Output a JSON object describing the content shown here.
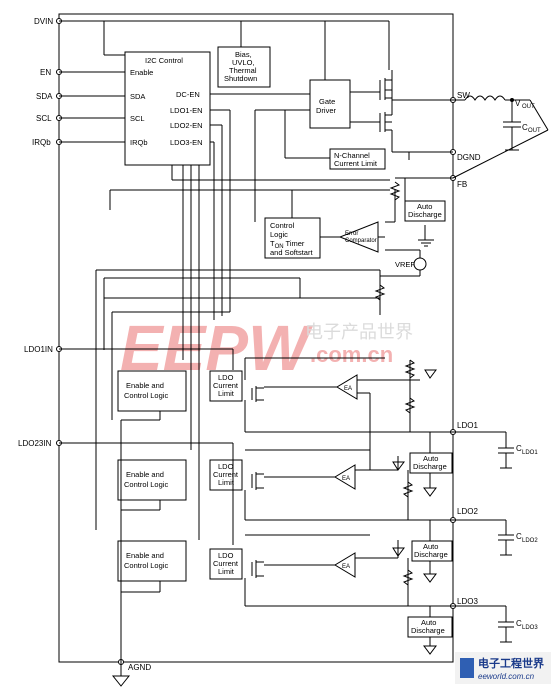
{
  "pins_left": {
    "dvin": "DVIN",
    "en": "EN",
    "sda": "SDA",
    "scl": "SCL",
    "irqb": "IRQb",
    "ldo1in": "LDO1IN",
    "ldo23in": "LDO23IN"
  },
  "pins_right": {
    "sw": "SW",
    "dgnd": "DGND",
    "fb": "FB",
    "ldo1": "LDO1",
    "ldo2": "LDO2",
    "ldo3": "LDO3"
  },
  "pin_bottom": {
    "agnd": "AGND"
  },
  "i2c": {
    "title": "I2C Control",
    "enable": "Enable",
    "sda": "SDA",
    "scl": "SCL",
    "irqb": "IRQb",
    "dc_en": "DC-EN",
    "ldo1_en": "LDO1-EN",
    "ldo2_en": "LDO2-EN",
    "ldo3_en": "LDO3-EN"
  },
  "bias_block": {
    "line1": "Bias,",
    "line2": "UVLO,",
    "line3": "Thermal",
    "line4": "Shutdown"
  },
  "gate_driver": {
    "line1": "Gate",
    "line2": "Driver"
  },
  "current_limit": {
    "line1": "N-Channel",
    "line2": "Current Limit"
  },
  "control_logic": {
    "line1": "Control",
    "line2": "Logic",
    "line3a": "T",
    "line3sub": "ON",
    "line3b": " Timer",
    "line4": "and Softstart"
  },
  "error_comp": {
    "line1": "Error",
    "line2": "Comparator"
  },
  "vref": "VREF",
  "auto_discharge": {
    "line1": "Auto",
    "line2": "Discharge"
  },
  "enable_logic": {
    "line1": "Enable and",
    "line2": "Control Logic"
  },
  "ldo_limit": {
    "line1": "LDO",
    "line2": "Current",
    "line3": "Limit"
  },
  "ea": "EA",
  "vout": {
    "main": "V",
    "sub": "OUT"
  },
  "cout": {
    "main": "C",
    "sub": "OUT"
  },
  "cldo1": {
    "main": "C",
    "sub": "LDO1"
  },
  "cldo2": {
    "main": "C",
    "sub": "LDO2"
  },
  "cldo3": {
    "main": "C",
    "sub": "LDO3"
  },
  "watermark": {
    "main": "EEPW",
    "domain": ".com.cn",
    "cn": "电子产品世界"
  },
  "footer_logo": {
    "cn": "电子工程世界",
    "url": "eeworld.com.cn"
  }
}
